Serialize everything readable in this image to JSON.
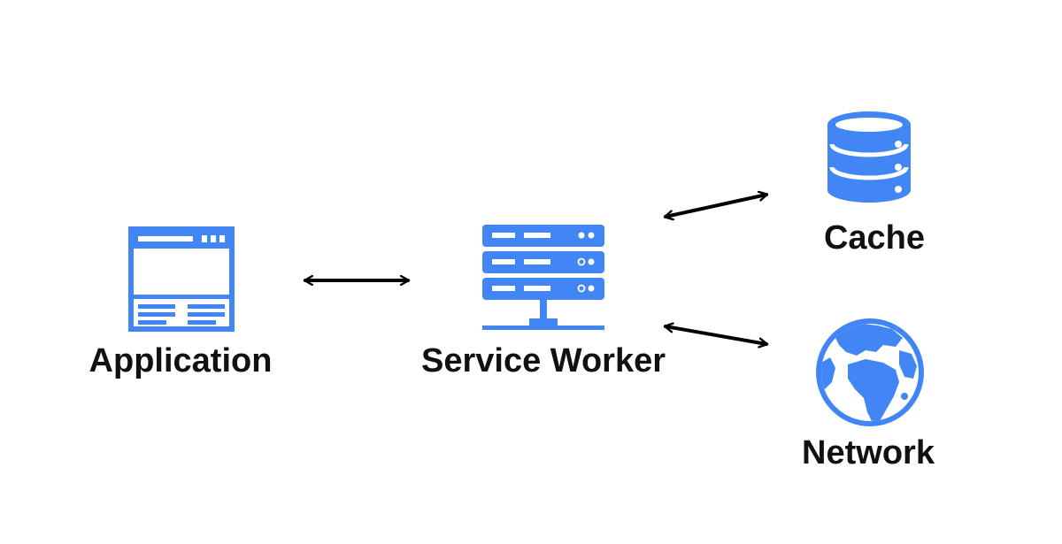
{
  "diagram": {
    "colors": {
      "icon": "#4285F4",
      "arrow": "#000000",
      "background": "#FFFFFF",
      "text": "#111111"
    },
    "nodes": {
      "application": {
        "label": "Application",
        "icon": "browser-window-icon"
      },
      "service_worker": {
        "label": "Service Worker",
        "icon": "server-icon"
      },
      "cache": {
        "label": "Cache",
        "icon": "database-icon"
      },
      "network": {
        "label": "Network",
        "icon": "globe-icon"
      }
    },
    "edges": [
      {
        "from": "application",
        "to": "service_worker",
        "direction": "bidirectional"
      },
      {
        "from": "service_worker",
        "to": "cache",
        "direction": "bidirectional"
      },
      {
        "from": "service_worker",
        "to": "network",
        "direction": "bidirectional"
      }
    ]
  }
}
